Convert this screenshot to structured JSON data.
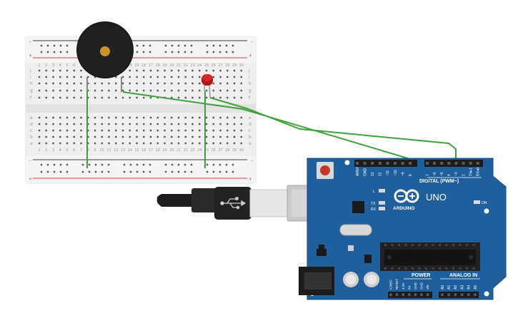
{
  "breadboard": {
    "rows_top": [
      "j",
      "i",
      "h",
      "g",
      "f"
    ],
    "rows_bottom": [
      "e",
      "d",
      "c",
      "b",
      "a"
    ],
    "columns": [
      "1",
      "2",
      "3",
      "4",
      "5",
      "6",
      "7",
      "8",
      "9",
      "10",
      "11",
      "12",
      "13",
      "14",
      "15",
      "16",
      "17",
      "18",
      "19",
      "20",
      "21",
      "22",
      "23",
      "24",
      "25",
      "26",
      "27",
      "28",
      "29",
      "30"
    ],
    "rail_plus": "+",
    "rail_minus": "−"
  },
  "arduino": {
    "brand_text": "ARDUINO",
    "model_text": "UNO",
    "digital_label": "DIGITAL (PWM~)",
    "digital_pins": [
      "AREF",
      "GND",
      "13",
      "12",
      "~11",
      "~10",
      "~9",
      "8",
      "7",
      "~6",
      "~5",
      "4",
      "~3",
      "2",
      "TX▸1",
      "RX◂0"
    ],
    "led_labels": [
      "L",
      "TX",
      "RX"
    ],
    "on_label": "ON",
    "power_label": "POWER",
    "power_pins": [
      "IOREF",
      "RESET",
      "3.3V",
      "5V",
      "GND",
      "GND",
      "Vin"
    ],
    "analog_label": "ANALOG IN",
    "analog_pins": [
      "A0",
      "A1",
      "A2",
      "A3",
      "A4",
      "A5"
    ]
  },
  "colors": {
    "board_blue": "#1f5f9c",
    "board_dark": "#174b7c",
    "wire_green": "#3ca33c",
    "led_red": "#c81e1e",
    "rail_red": "#d23c3c",
    "breadboard": "#f2f2f2"
  },
  "icons": {
    "usb": "usb-icon",
    "buzzer": "piezo-buzzer-icon",
    "led": "led-icon"
  }
}
